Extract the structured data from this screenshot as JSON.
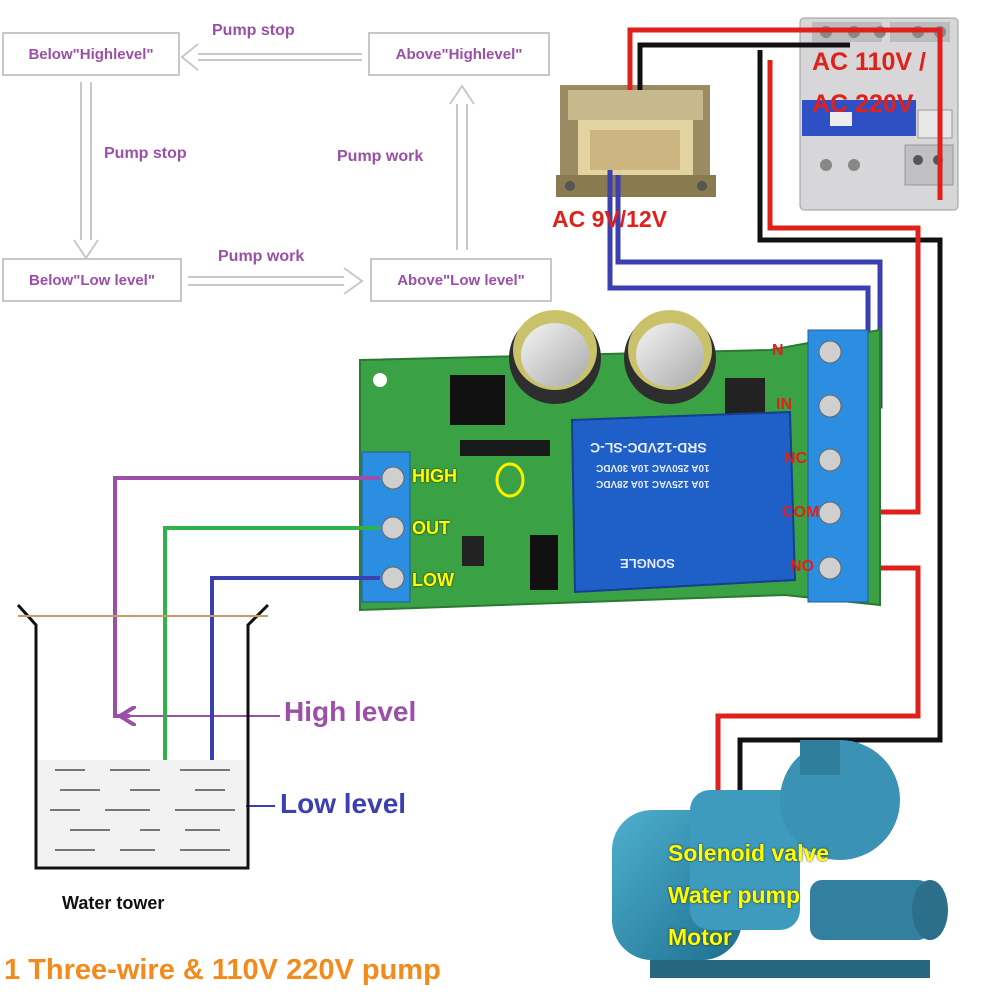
{
  "flow": {
    "below_high": "Below\"Highlevel\"",
    "above_high": "Above\"Highlevel\"",
    "below_low": "Below\"Low level\"",
    "above_low": "Above\"Low level\"",
    "pump_stop_top": "Pump stop",
    "pump_stop_left": "Pump stop",
    "pump_work_right": "Pump work",
    "pump_work_bottom": "Pump work"
  },
  "board": {
    "high": "HIGH",
    "out": "OUT",
    "low": "LOW",
    "relay_text": [
      "SRD-12VDC-SL-C",
      "10A 250VAC  10A 30VDC",
      "10A 125VAC  10A 28VDC"
    ],
    "relay_brand": "SONGLE",
    "pin_no_top": "N",
    "pin_in": "IN",
    "pin_nc": "NC",
    "pin_com": "COM",
    "pin_no": "NO"
  },
  "power": {
    "ac_mains_1": "AC 110V /",
    "ac_mains_2": "AC 220V",
    "ac_transformer": "AC 9V/12V"
  },
  "tank": {
    "high_level": "High level",
    "low_level": "Low level",
    "water_tower": "Water tower"
  },
  "pump": {
    "line1": "Solenoid valve",
    "line2": "Water pump",
    "line3": "Motor"
  },
  "footer": "1 Three-wire & 110V 220V pump",
  "colors": {
    "purple": "#9b4fa8",
    "green": "#2db34a",
    "blue": "#3b3fb0",
    "red": "#e0201a",
    "black": "#111111",
    "pcb": "#3aa245",
    "relay": "#1f5fc8",
    "terminal": "#2b8ee0",
    "label_yellow": "#ffff00",
    "footer_orange": "#f28a1c"
  }
}
